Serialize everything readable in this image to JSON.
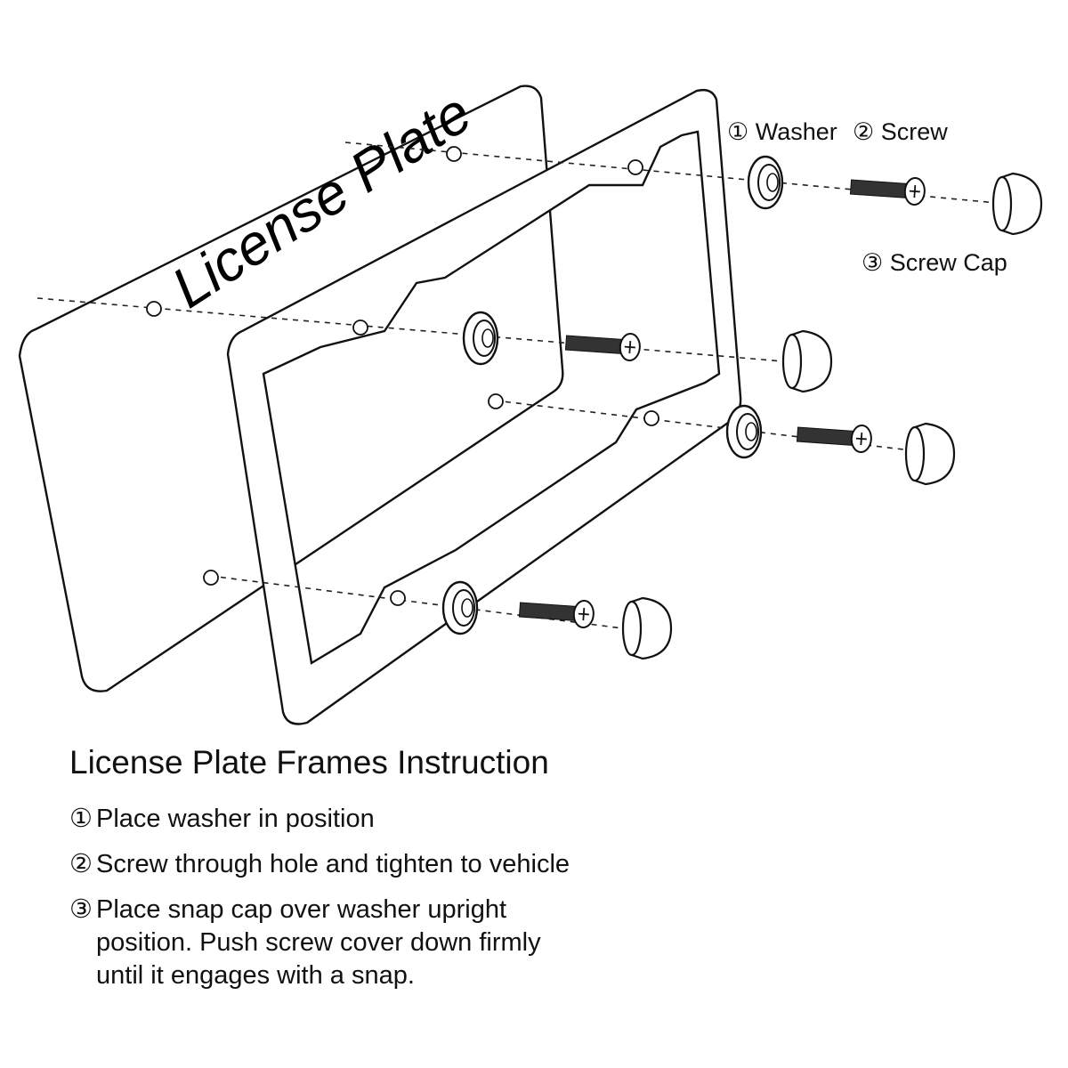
{
  "diagram": {
    "plate_label": "License Plate",
    "legend": {
      "washer": "① Washer",
      "screw": "② Screw",
      "screw_cap": "③ Screw Cap"
    }
  },
  "instructions": {
    "title": "License Plate Frames Instruction",
    "steps": [
      {
        "num": "①",
        "text": "Place washer in position"
      },
      {
        "num": "②",
        "text": "Screw through hole and tighten to vehicle"
      },
      {
        "num": "③",
        "text": "Place snap cap over washer upright\nposition. Push screw cover down firmly\nuntil it engages with a snap."
      }
    ]
  }
}
